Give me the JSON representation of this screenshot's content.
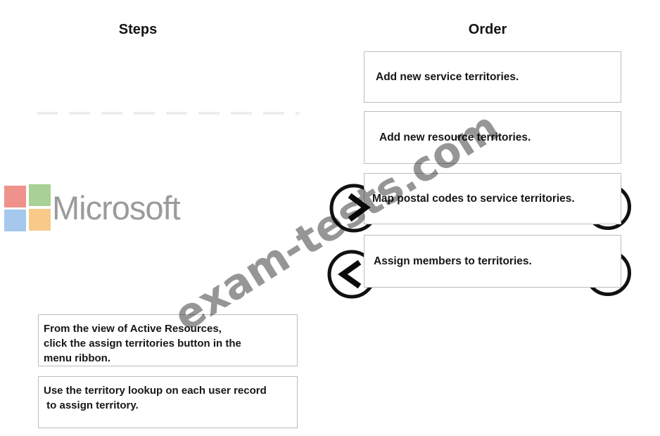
{
  "columns": {
    "steps_header": "Steps",
    "order_header": "Order"
  },
  "order": {
    "items": [
      {
        "label": "Add new service territories."
      },
      {
        "label": "Add new resource territories."
      },
      {
        "label": "Map postal codes to service territories."
      },
      {
        "label": "Assign members to territories."
      }
    ]
  },
  "steps": {
    "items": [
      {
        "text": "From the view of Active Resources,\nclick the assign territories button in the\nmenu ribbon."
      },
      {
        "text": "Use the territory lookup on each user record\n to assign territory."
      }
    ]
  },
  "controls": {
    "move_right_icon": "chevron-right",
    "move_left_icon": "chevron-left",
    "ring_color": "#111111"
  },
  "brand": {
    "name": "Microsoft",
    "text_color": "#9b9b9b",
    "square_colors": {
      "top_left": "#ee928b",
      "top_right": "#a9d095",
      "bottom_left": "#a6c8ec",
      "bottom_right": "#f7ca89"
    }
  },
  "watermark": {
    "text": "exam-tests.com",
    "color": "#969696"
  }
}
